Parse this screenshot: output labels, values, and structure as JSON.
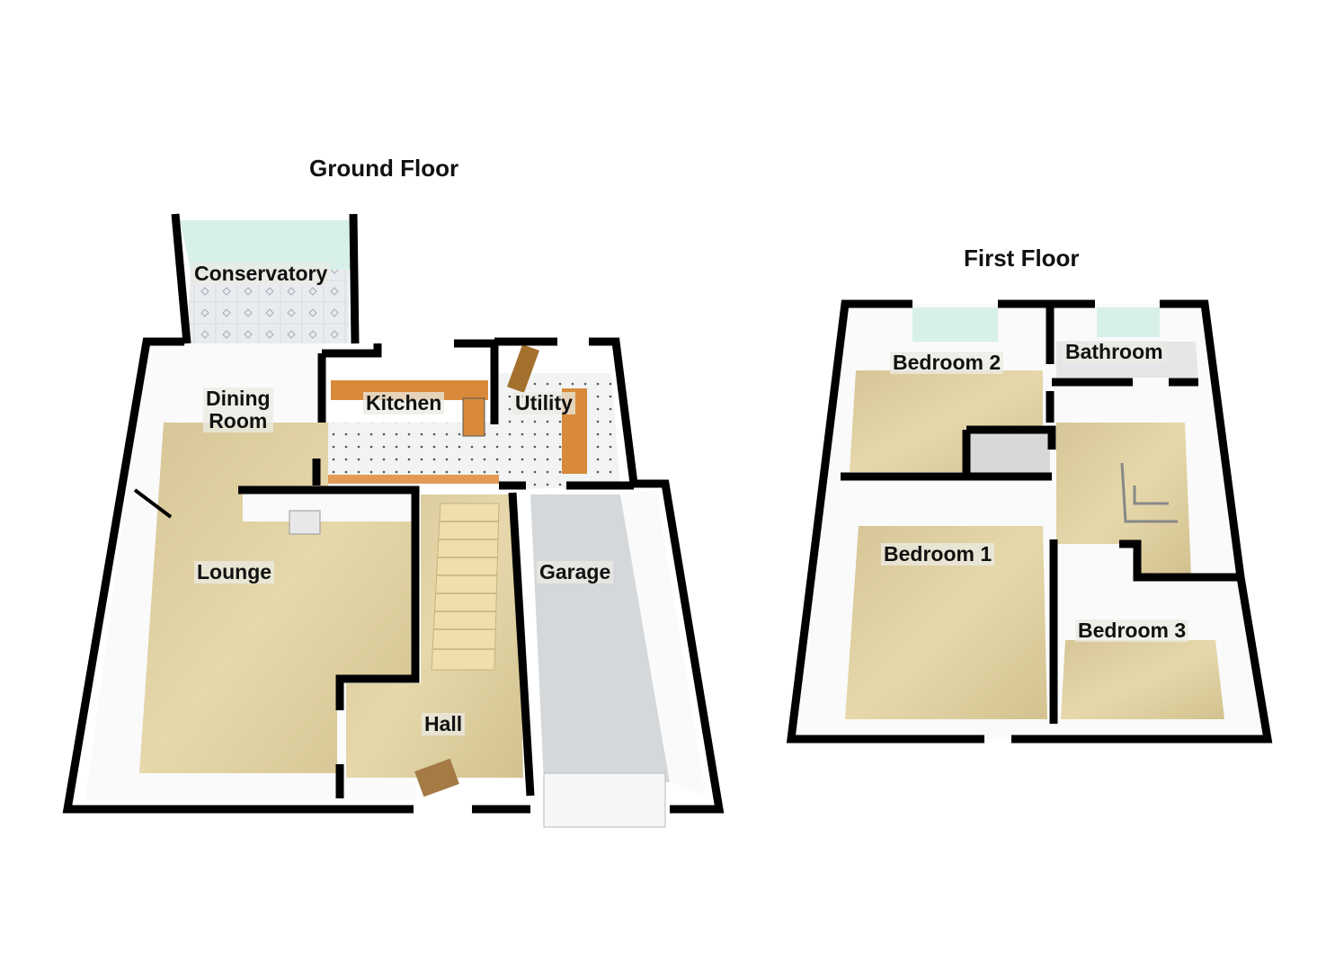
{
  "ground_floor": {
    "title": "Ground Floor",
    "rooms": {
      "conservatory": "Conservatory",
      "dining_room": "Dining\nRoom",
      "kitchen": "Kitchen",
      "utility": "Utility",
      "lounge": "Lounge",
      "garage": "Garage",
      "hall": "Hall"
    }
  },
  "first_floor": {
    "title": "First Floor",
    "rooms": {
      "bedroom_2": "Bedroom 2",
      "bathroom": "Bathroom",
      "bedroom_1": "Bedroom 1",
      "bedroom_3": "Bedroom 3"
    }
  },
  "colors": {
    "carpet": "#d9c99a",
    "tile": "#eef0f0",
    "garage_floor": "#d3d6d8",
    "wall": "#000000",
    "glass": "#cfeee6",
    "worktop": "#d88a3a"
  }
}
